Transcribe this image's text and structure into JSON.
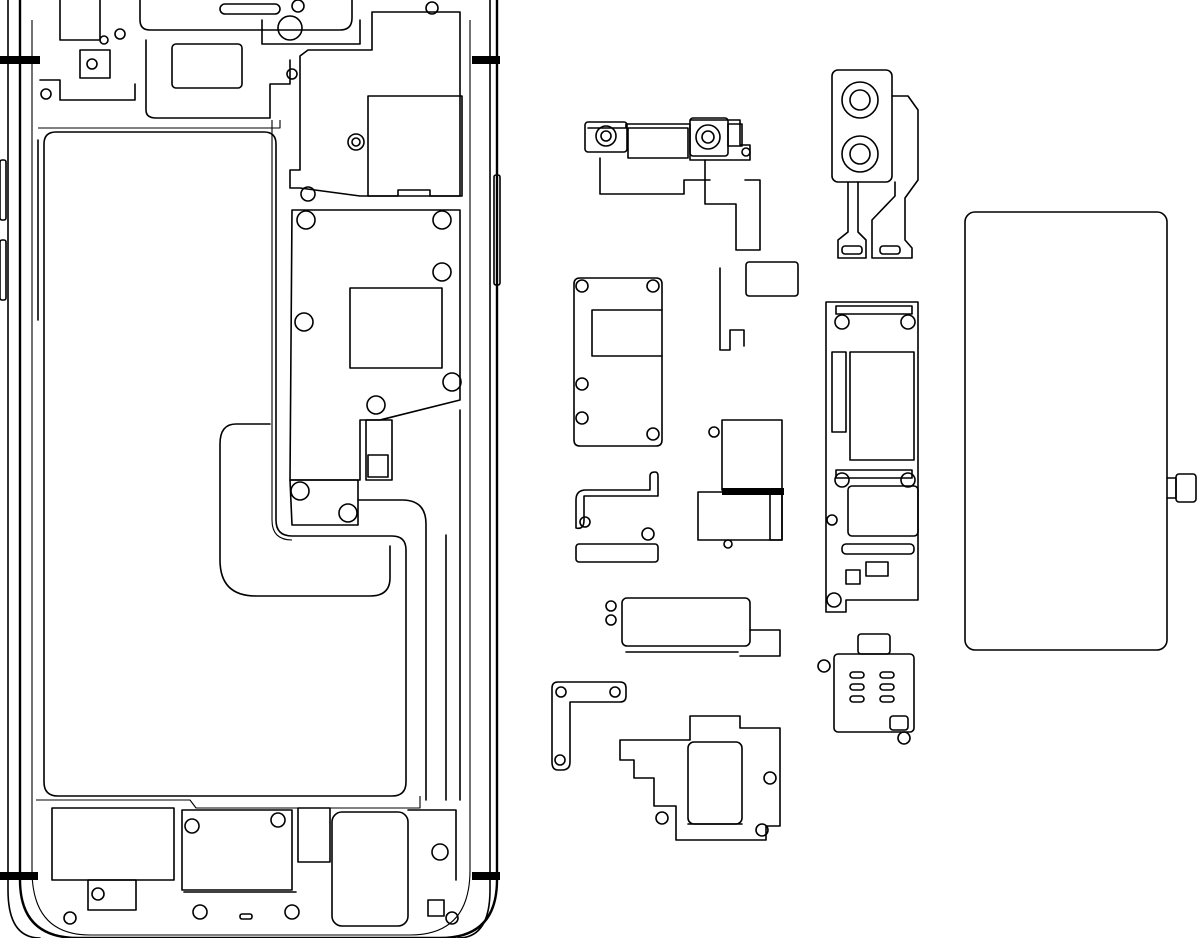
{
  "diagram": {
    "title": "",
    "stroke_color": "#000000",
    "background_color": "#ffffff",
    "parts": [
      {
        "id": "phone-housing",
        "icon": "phone-frame-icon"
      },
      {
        "id": "battery",
        "icon": "battery-icon"
      },
      {
        "id": "logic-board-shield",
        "icon": "shield-plate-icon"
      },
      {
        "id": "front-camera-assembly",
        "icon": "front-camera-icon"
      },
      {
        "id": "rear-camera-module",
        "icon": "rear-camera-icon"
      },
      {
        "id": "logic-board",
        "icon": "circuit-board-icon"
      },
      {
        "id": "display-panel",
        "icon": "display-icon"
      },
      {
        "id": "bracket-plate",
        "icon": "bracket-icon"
      },
      {
        "id": "small-bracket",
        "icon": "bracket-icon"
      },
      {
        "id": "earpiece-speaker",
        "icon": "speaker-icon"
      },
      {
        "id": "taptic-engine",
        "icon": "vibration-motor-icon"
      },
      {
        "id": "sim-tray-reader",
        "icon": "sim-reader-icon"
      },
      {
        "id": "l-bracket",
        "icon": "bracket-icon"
      },
      {
        "id": "loudspeaker",
        "icon": "speaker-icon"
      }
    ]
  }
}
